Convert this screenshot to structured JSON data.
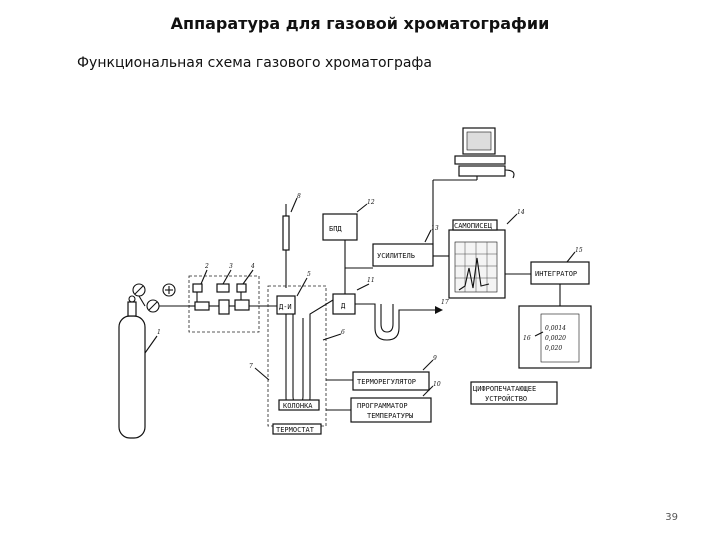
{
  "title": "Аппаратура для газовой хроматографии",
  "subtitle": "Функциональная схема газового хроматографа",
  "page_number": "39",
  "diagram": {
    "blocks": {
      "bpd": "БПД",
      "amplifier": "УСИЛИТЕЛЬ",
      "recorder": "САМОПИСЕЦ",
      "integrator": "ИНТЕГРАТОР",
      "thermoregulator": "ТЕРМОРЕГУЛЯТОР",
      "programmer_line1": "ПРОГРАММАТОР",
      "programmer_line2": "ТЕМПЕРАТУРЫ",
      "digital_printer_line1": "ЦИФРОПЕЧАТАЮЩЕЕ",
      "digital_printer_line2": "УСТРОЙСТВО",
      "injector": "Д-И",
      "detector": "Д",
      "column": "КОЛОНКА",
      "thermostat": "ТЕРМОСТАТ"
    },
    "printout": [
      "0,0014",
      "0,0020",
      "0,020"
    ],
    "numbers": {
      "n1": "1",
      "n2": "2",
      "n3": "3",
      "n4": "4",
      "n5": "5",
      "n6": "6",
      "n7": "7",
      "n8": "8",
      "n9": "9",
      "n10": "10",
      "n11": "11",
      "n12": "12",
      "n13": "13",
      "n14": "14",
      "n15": "15",
      "n16": "16",
      "n17": "17"
    }
  }
}
